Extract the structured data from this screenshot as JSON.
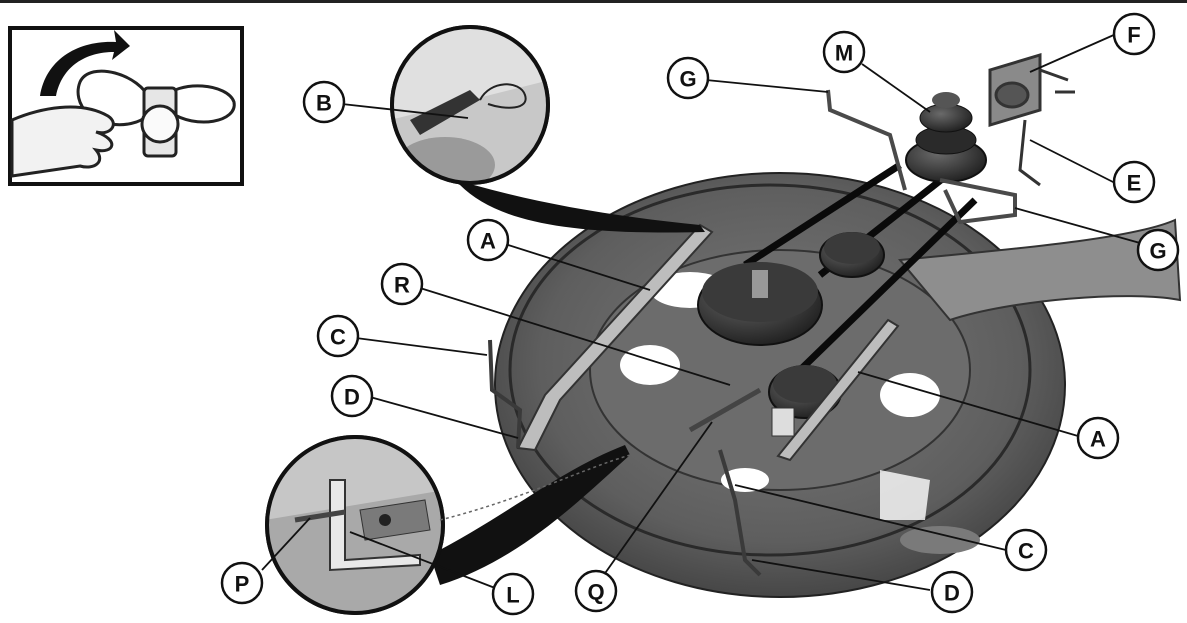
{
  "diagram": {
    "callouts": [
      {
        "id": "A1",
        "letter": "A"
      },
      {
        "id": "A2",
        "letter": "A"
      },
      {
        "id": "B",
        "letter": "B"
      },
      {
        "id": "C1",
        "letter": "C"
      },
      {
        "id": "C2",
        "letter": "C"
      },
      {
        "id": "D1",
        "letter": "D"
      },
      {
        "id": "D2",
        "letter": "D"
      },
      {
        "id": "E",
        "letter": "E"
      },
      {
        "id": "F",
        "letter": "F"
      },
      {
        "id": "G1",
        "letter": "G"
      },
      {
        "id": "G2",
        "letter": "G"
      },
      {
        "id": "L",
        "letter": "L"
      },
      {
        "id": "M",
        "letter": "M"
      },
      {
        "id": "P",
        "letter": "P"
      },
      {
        "id": "Q",
        "letter": "Q"
      },
      {
        "id": "R",
        "letter": "R"
      }
    ]
  }
}
